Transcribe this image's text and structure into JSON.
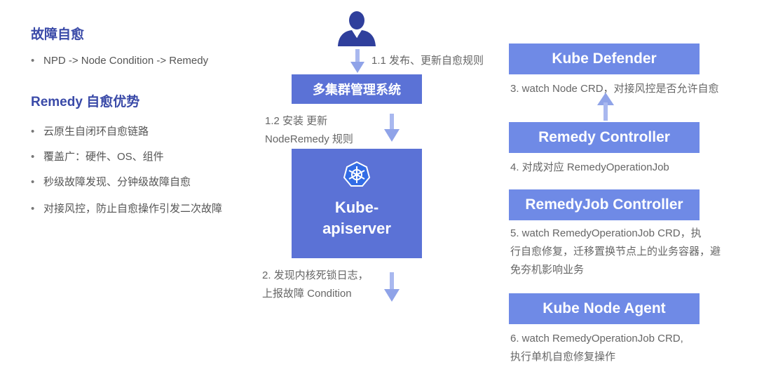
{
  "left": {
    "self_heal_title": "故障自愈",
    "self_heal_items": [
      "NPD -> Node Condition -> Remedy"
    ],
    "advantage_title": "Remedy 自愈优势",
    "advantage_items": [
      "云原生自闭环自愈链路",
      "覆盖广：硬件、OS、组件",
      "秒级故障发现、分钟级故障自愈",
      "对接风控，防止自愈操作引发二次故障"
    ]
  },
  "center": {
    "step_1_1": "1.1 发布、更新自愈规则",
    "multi_cluster_box": "多集群管理系统",
    "step_1_2_line1": "1.2  安装 更新",
    "step_1_2_line2": "NodeRemedy 规则",
    "apiserver_line1": "Kube-",
    "apiserver_line2": "apiserver",
    "step_2_line1": "2. 发现内核死锁日志，",
    "step_2_line2": "上报故障 Condition"
  },
  "right": {
    "kube_defender": "Kube Defender",
    "step_3": "3. watch Node CRD，对接风控是否允许自愈",
    "remedy_controller": "Remedy Controller",
    "step_4": "4. 对成对应 RemedyOperationJob",
    "remedyjob_controller": "RemedyJob Controller",
    "step_5_line1": "5. watch RemedyOperationJob CRD，执",
    "step_5_line2": "行自愈修复，迁移置换节点上的业务容器，避",
    "step_5_line3": "免夯机影响业务",
    "kube_node_agent": "Kube Node Agent",
    "step_6_line1": "6. watch RemedyOperationJob CRD,",
    "step_6_line2": "执行单机自愈修复操作"
  },
  "colors": {
    "box_primary": "#5b72d6",
    "box_secondary": "#6f8ae6",
    "title_blue": "#3a4aa8",
    "arrow": "#8fa3e8"
  },
  "icons": [
    "user-icon",
    "kubernetes-helm-icon",
    "arrow-down-icon",
    "arrow-up-icon"
  ]
}
